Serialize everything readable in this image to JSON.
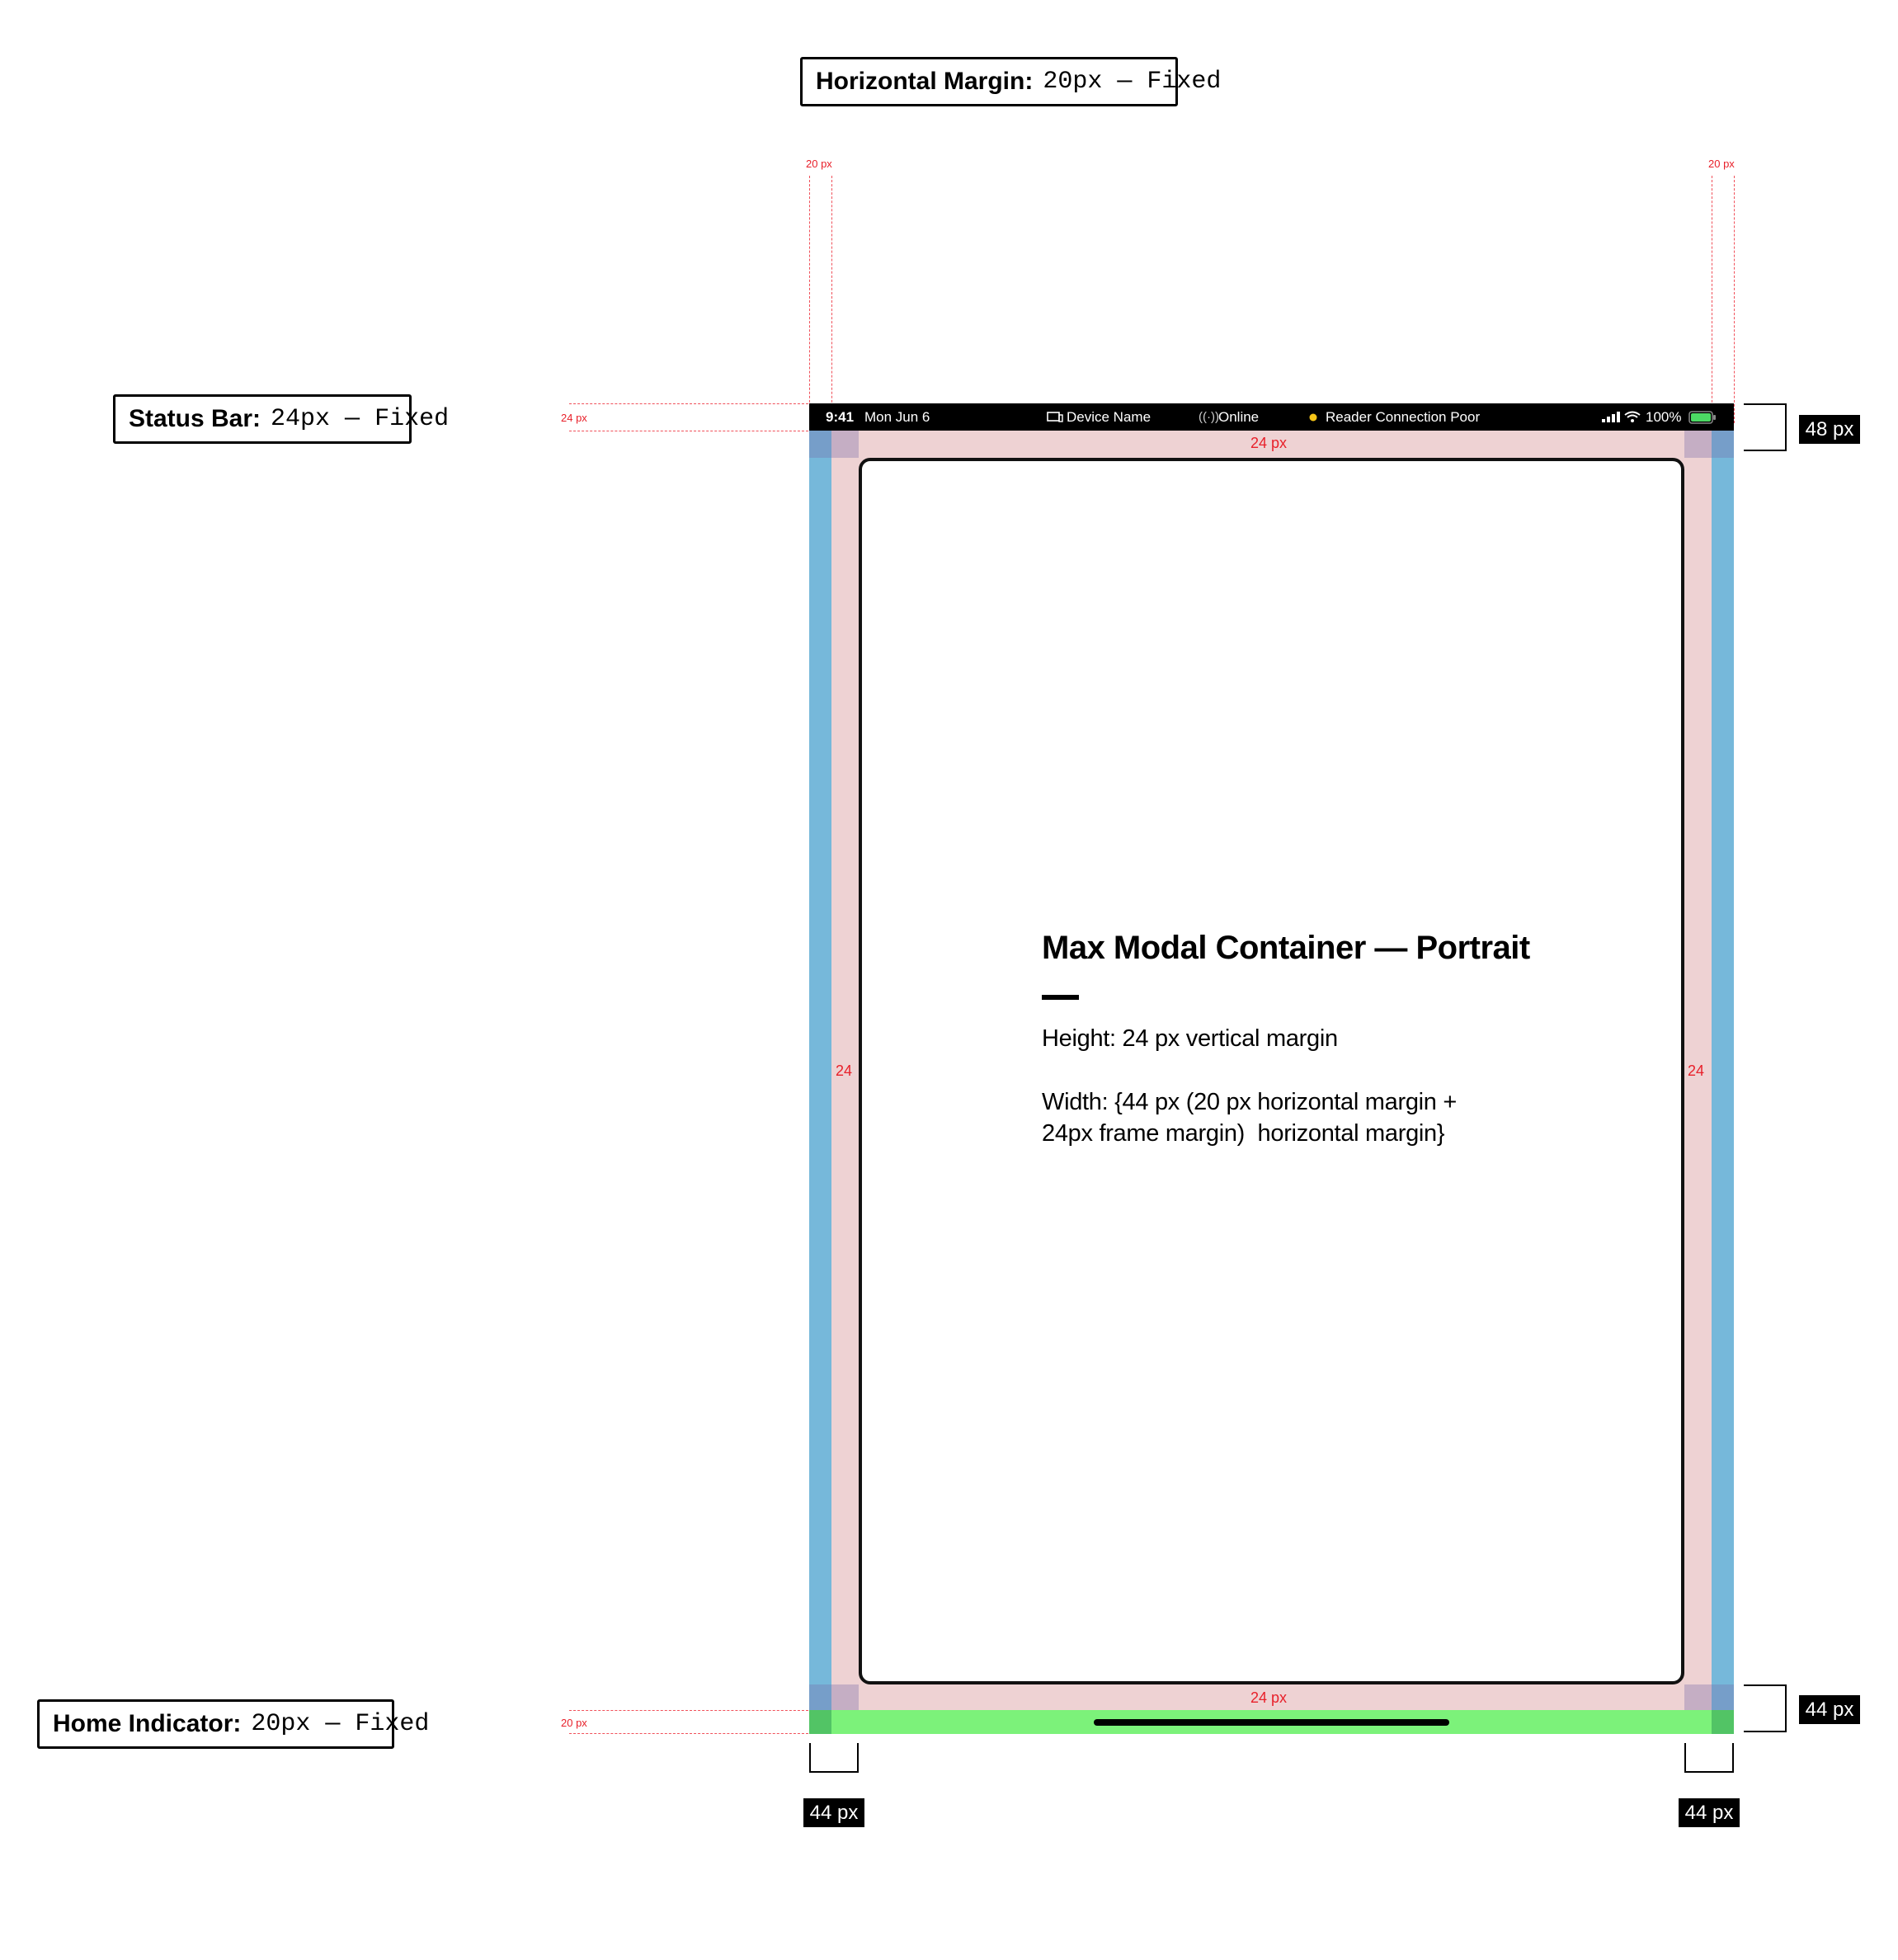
{
  "labels": {
    "horizontal_margin": {
      "key": "Horizontal Margin:",
      "value": "20px — Fixed"
    },
    "status_bar": {
      "key": "Status Bar:",
      "value": "24px — Fixed"
    },
    "home_indicator": {
      "key": "Home Indicator:",
      "value": "20px — Fixed"
    }
  },
  "dimension_tags": {
    "top_right": "48 px",
    "bottom_right": "44 px",
    "bottom_left": "44 px",
    "bottom_right_corner": "44 px"
  },
  "guides": {
    "left_margin": "20 px",
    "right_margin": "20 px",
    "status_bar_height": "24 px",
    "home_indicator_height": "20 px",
    "top_frame": "24 px",
    "bottom_frame": "24 px",
    "left_frame": "24",
    "right_frame": "24"
  },
  "status_bar": {
    "time": "9:41",
    "date": "Mon Jun 6",
    "device_name": "Device Name",
    "online": "Online",
    "reader_status": "Reader Connection Poor",
    "battery": "100%"
  },
  "modal": {
    "title": "Max Modal Container — Portrait",
    "height_text": "Height: 24 px vertical margin",
    "width_line1": "Width: {44 px (20 px horizontal margin +",
    "width_line2": "24px frame margin)  horizontal margin}"
  },
  "colors": {
    "frame_margin": "#eed2d3",
    "horizontal_margin": "#76b8da",
    "home_indicator": "#7cf27a",
    "guide": "#e8202a",
    "reader_dot": "#f5c518"
  }
}
